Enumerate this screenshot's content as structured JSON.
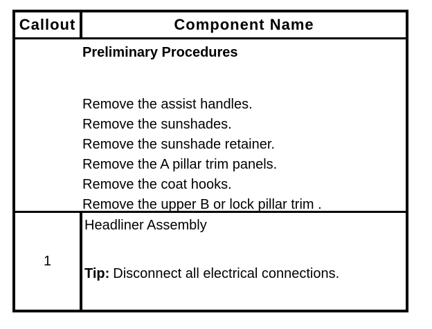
{
  "page": {
    "background_color": "#ffffff",
    "border_color": "#000000",
    "text_color": "#000000"
  },
  "table": {
    "header": {
      "callout_label": "Callout",
      "component_name_label": "Component Name"
    },
    "rows": [
      {
        "callout": "",
        "title": "Preliminary Procedures",
        "steps": [
          "Remove the assist handles.",
          "Remove the sunshades.",
          "Remove the sunshade retainer.",
          "Remove the A pillar trim panels.",
          "Remove the coat hooks.",
          "Remove the upper B or lock pillar trim ."
        ]
      },
      {
        "callout": "1",
        "name": "Headliner Assembly",
        "tip_label": "Tip:",
        "tip_text": "Disconnect all electrical connections."
      }
    ]
  }
}
